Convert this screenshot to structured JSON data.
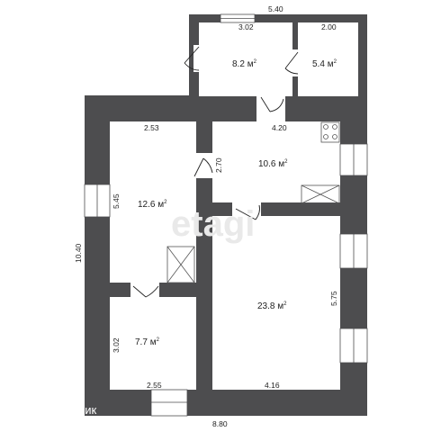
{
  "colors": {
    "wall": "#4d4d4f",
    "room_fill": "#ffffff",
    "text": "#222222",
    "watermark": "#e9e9e9"
  },
  "rooms": [
    {
      "id": "top-left",
      "area_value": "8.2",
      "area_unit": "м",
      "sup": "2"
    },
    {
      "id": "top-right",
      "area_value": "5.4",
      "area_unit": "м",
      "sup": "2"
    },
    {
      "id": "kitchen",
      "area_value": "10.6",
      "area_unit": "м",
      "sup": "2"
    },
    {
      "id": "bedroom",
      "area_value": "12.6",
      "area_unit": "м",
      "sup": "2"
    },
    {
      "id": "living",
      "area_value": "23.8",
      "area_unit": "м",
      "sup": "2"
    },
    {
      "id": "small",
      "area_value": "7.7",
      "area_unit": "м",
      "sup": "2"
    }
  ],
  "dimensions": {
    "top_total": "5.40",
    "top_left_width": "3.02",
    "top_right_width": "2.00",
    "bedroom_width": "2.53",
    "kitchen_width": "4.20",
    "kitchen_depth": "2.70",
    "bedroom_depth": "5.45",
    "left_total": "10.40",
    "living_depth": "5.75",
    "small_depth": "3.02",
    "small_width": "2.55",
    "living_width": "4.16",
    "bottom_total": "8.80"
  },
  "watermark": "etagi",
  "brand": {
    "name": "ДомКлик"
  },
  "icons": [
    "stove-icon",
    "door-swing-icon",
    "window-icon",
    "sink-icon",
    "vent-icon",
    "brand-logo-icon"
  ]
}
